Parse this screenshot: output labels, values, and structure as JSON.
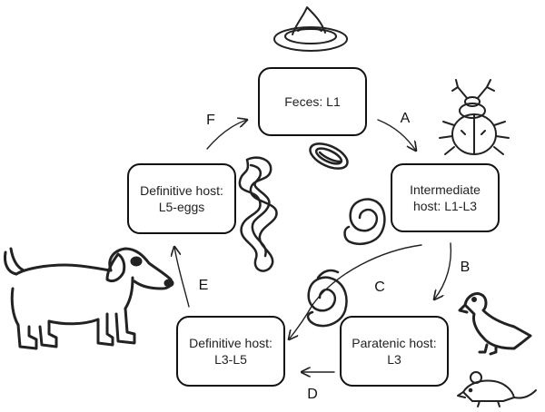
{
  "nodes": {
    "feces": "Feces: L1",
    "intermediate": "Intermediate host: L1-L3",
    "paratenic": "Paratenic host: L3",
    "definitive_l3": "Definitive host: L3-L5",
    "definitive_l5": "Definitive host: L5-eggs"
  },
  "edges": {
    "A": "A",
    "B": "B",
    "C": "C",
    "D": "D",
    "E": "E",
    "F": "F"
  },
  "illustrations": [
    "feces-icon",
    "beetle-icon",
    "bird-icon",
    "mouse-icon",
    "dog-icon",
    "worm-icon",
    "larva-coil-icon",
    "egg-icon"
  ]
}
